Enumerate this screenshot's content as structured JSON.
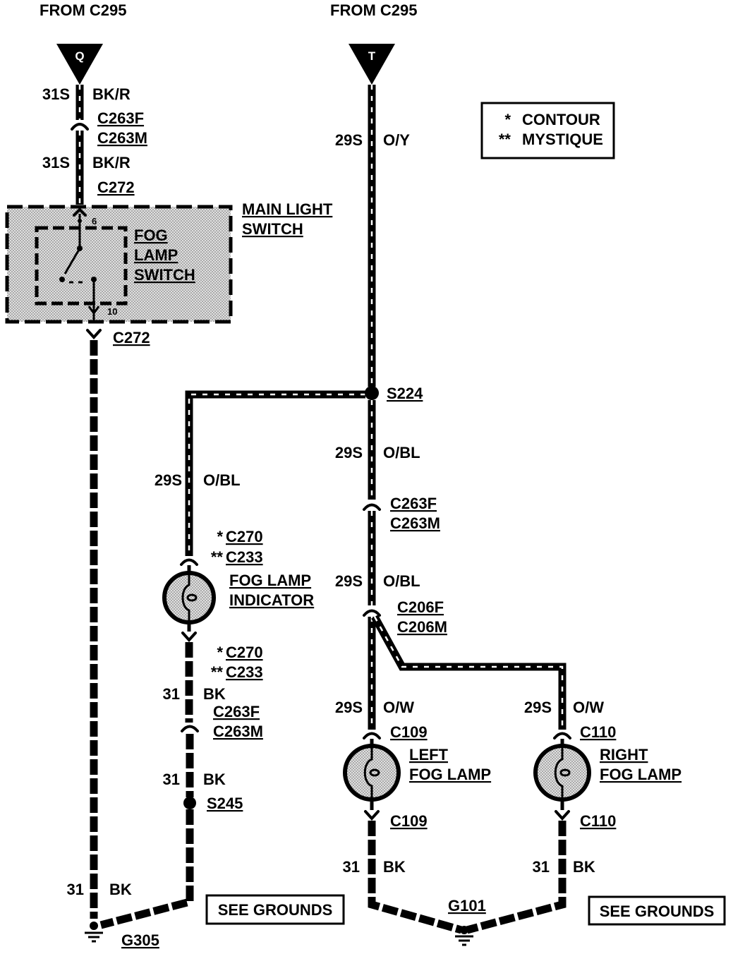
{
  "header": {
    "left_source": "FROM C295",
    "right_source": "FROM C295"
  },
  "terminals": {
    "left": "Q",
    "right": "T"
  },
  "legend": {
    "items": [
      {
        "marker": "*",
        "label": "CONTOUR"
      },
      {
        "marker": "**",
        "label": "MYSTIQUE"
      }
    ]
  },
  "main_light_switch": {
    "name": [
      "MAIN LIGHT",
      "SWITCH"
    ],
    "fog_lamp_switch": [
      "FOG",
      "LAMP",
      "SWITCH"
    ],
    "pin_in": "6",
    "pin_out": "10"
  },
  "switch_feed": {
    "wire_upper": {
      "circuit": "31S",
      "color": "BK/R"
    },
    "inline_connector": {
      "female": "C263F",
      "male": "C263M"
    },
    "wire_lower": {
      "circuit": "31S",
      "color": "BK/R"
    },
    "switch_connector_in": "C272",
    "switch_connector_out": "C272",
    "ground_wire": {
      "circuit": "31",
      "color": "BK"
    },
    "ground": "G305",
    "see_grounds": "SEE GROUNDS"
  },
  "indicator_circuit": {
    "feed_wire": {
      "circuit": "29S",
      "color": "O/BL"
    },
    "connector_upper": [
      {
        "marker": "*",
        "name": "C270"
      },
      {
        "marker": "**",
        "name": "C233"
      }
    ],
    "lamp": [
      "FOG LAMP",
      "INDICATOR"
    ],
    "connector_lower": [
      {
        "marker": "*",
        "name": "C270"
      },
      {
        "marker": "**",
        "name": "C233"
      }
    ],
    "ground_wire_upper": {
      "circuit": "31",
      "color": "BK"
    },
    "inline_connector": {
      "female": "C263F",
      "male": "C263M"
    },
    "ground_wire_lower": {
      "circuit": "31",
      "color": "BK"
    },
    "splice": "S245"
  },
  "fog_lamp_circuit": {
    "feed_wire": {
      "circuit": "29S",
      "color": "O/Y"
    },
    "splice": "S224",
    "wire_1": {
      "circuit": "29S",
      "color": "O/BL"
    },
    "inline_connector_1": {
      "female": "C263F",
      "male": "C263M"
    },
    "wire_2": {
      "circuit": "29S",
      "color": "O/BL"
    },
    "inline_connector_2": {
      "female": "C206F",
      "male": "C206M"
    },
    "left_lamp": {
      "feed_wire": {
        "circuit": "29S",
        "color": "O/W"
      },
      "connector_top": "C109",
      "name": [
        "LEFT",
        "FOG LAMP"
      ],
      "connector_bottom": "C109",
      "ground_wire": {
        "circuit": "31",
        "color": "BK"
      }
    },
    "right_lamp": {
      "feed_wire": {
        "circuit": "29S",
        "color": "O/W"
      },
      "connector_top": "C110",
      "name": [
        "RIGHT",
        "FOG LAMP"
      ],
      "connector_bottom": "C110",
      "ground_wire": {
        "circuit": "31",
        "color": "BK"
      }
    },
    "ground": "G101",
    "see_grounds": "SEE GROUNDS"
  }
}
